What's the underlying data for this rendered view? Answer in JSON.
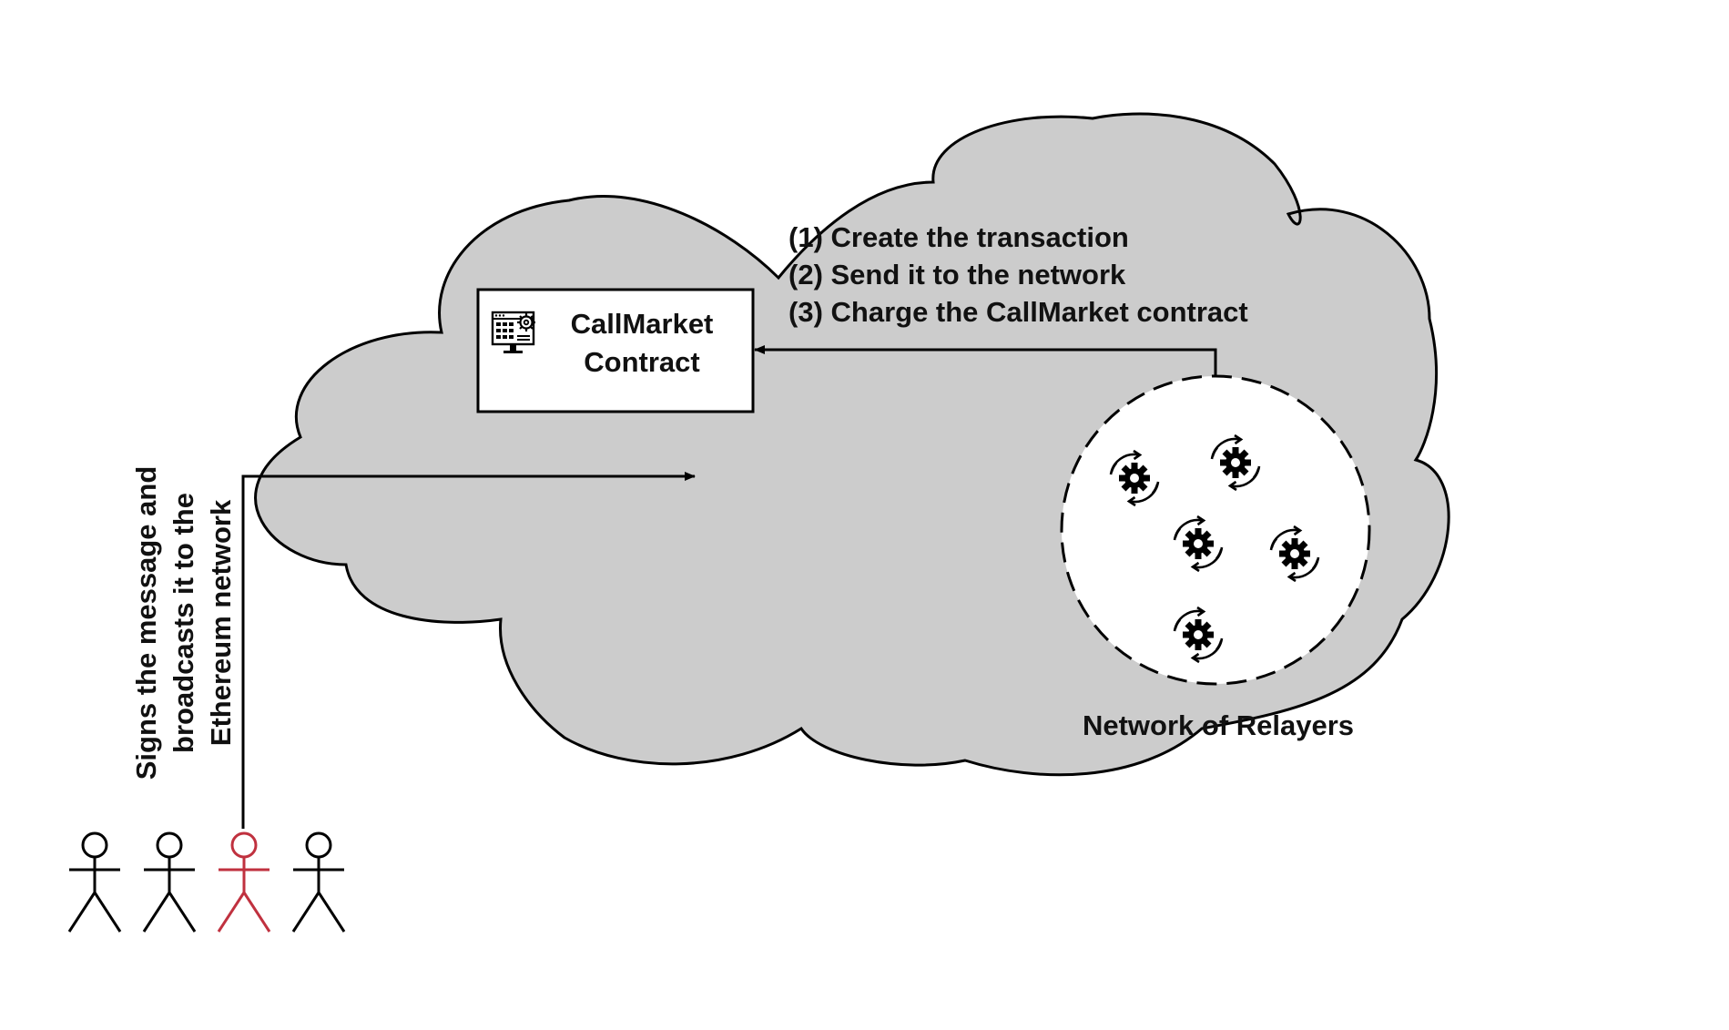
{
  "colors": {
    "cloud_fill": "#cccccc",
    "stroke": "#000000",
    "highlight_user": "#c0313f",
    "box_fill": "#ffffff",
    "text": "#111111"
  },
  "contract": {
    "title_line1": "CallMarket",
    "title_line2": "Contract",
    "icon": "monitor-settings-icon"
  },
  "steps": {
    "step1": "(1) Create the transaction",
    "step2": "(2) Send it to the network",
    "step3": "(3) Charge the CallMarket contract"
  },
  "relayers": {
    "label": "Network of Relayers",
    "icon": "gear-sync-icon",
    "count": 5
  },
  "user_action": {
    "line1": "Signs the message and",
    "line2": "broadcasts it to the",
    "line3": "Ethereum network"
  },
  "users": {
    "icon": "person-icon",
    "count": 4,
    "highlighted_index": 2
  }
}
